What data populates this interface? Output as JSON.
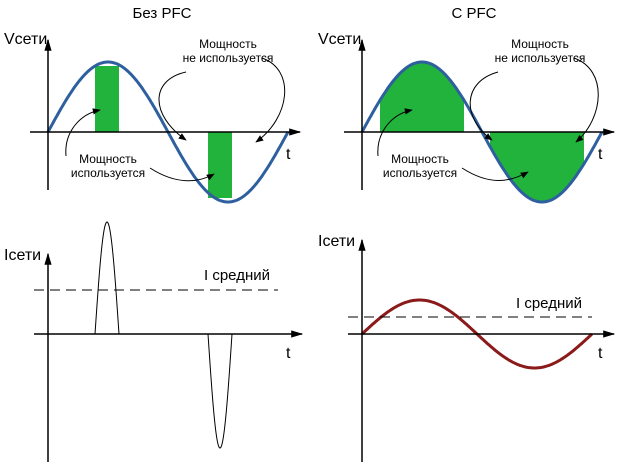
{
  "colors": {
    "voltage_wave": "#2e5f9e",
    "power_fill": "#22b33c",
    "current_pfc": "#8b1a1a",
    "axis": "#000000",
    "background": "#ffffff"
  },
  "panels": {
    "no_pfc": {
      "title": "Без PFC",
      "voltage_axis_label": "Vсети",
      "current_axis_label": "Iсети",
      "time_label": "t",
      "power_unused": [
        "Мощность",
        "не используется"
      ],
      "power_used": [
        "Мощность",
        "используется"
      ],
      "avg_label": "I средний"
    },
    "with_pfc": {
      "title": "С PFC",
      "voltage_axis_label": "Vсети",
      "current_axis_label": "Iсети",
      "time_label": "t",
      "power_unused": [
        "Мощность",
        "не используется"
      ],
      "power_used": [
        "Мощность",
        "используется"
      ],
      "avg_label": "I средний"
    }
  }
}
